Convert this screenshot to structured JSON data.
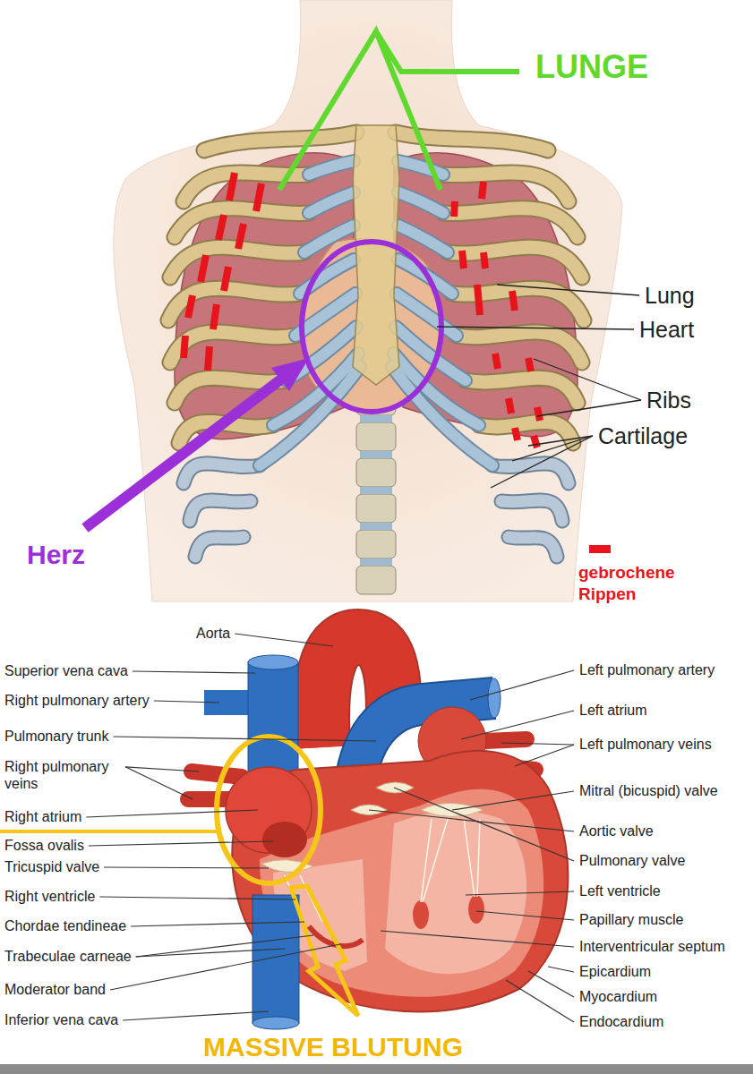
{
  "diagram": {
    "labels": [
      "LUNGE",
      "Lung",
      "Heart",
      "Ribs",
      "Cartilage",
      "Herz",
      "Aorta",
      "Superior vena cava",
      "Right pulmonary artery",
      "Pulmonary trunk",
      "Right pulmonary veins",
      "Right atrium",
      "Fossa ovalis",
      "Tricuspid valve",
      "Right ventricle",
      "Chordae tendineae",
      "Trabeculae carneae",
      "Moderator band",
      "Inferior vena cava",
      "Left pulmonary artery",
      "Left atrium",
      "Left pulmonary veins",
      "Mitral (bicuspid) valve",
      "Aortic valve",
      "Pulmonary valve",
      "Left ventricle",
      "Papillary muscle",
      "Interventricular septum",
      "Epicardium",
      "Myocardium",
      "Endocardium",
      "MASSIVE BLUTUNG"
    ],
    "legend": [
      {
        "text": "gebrochene Rippen",
        "color": "#e8141c"
      }
    ]
  }
}
